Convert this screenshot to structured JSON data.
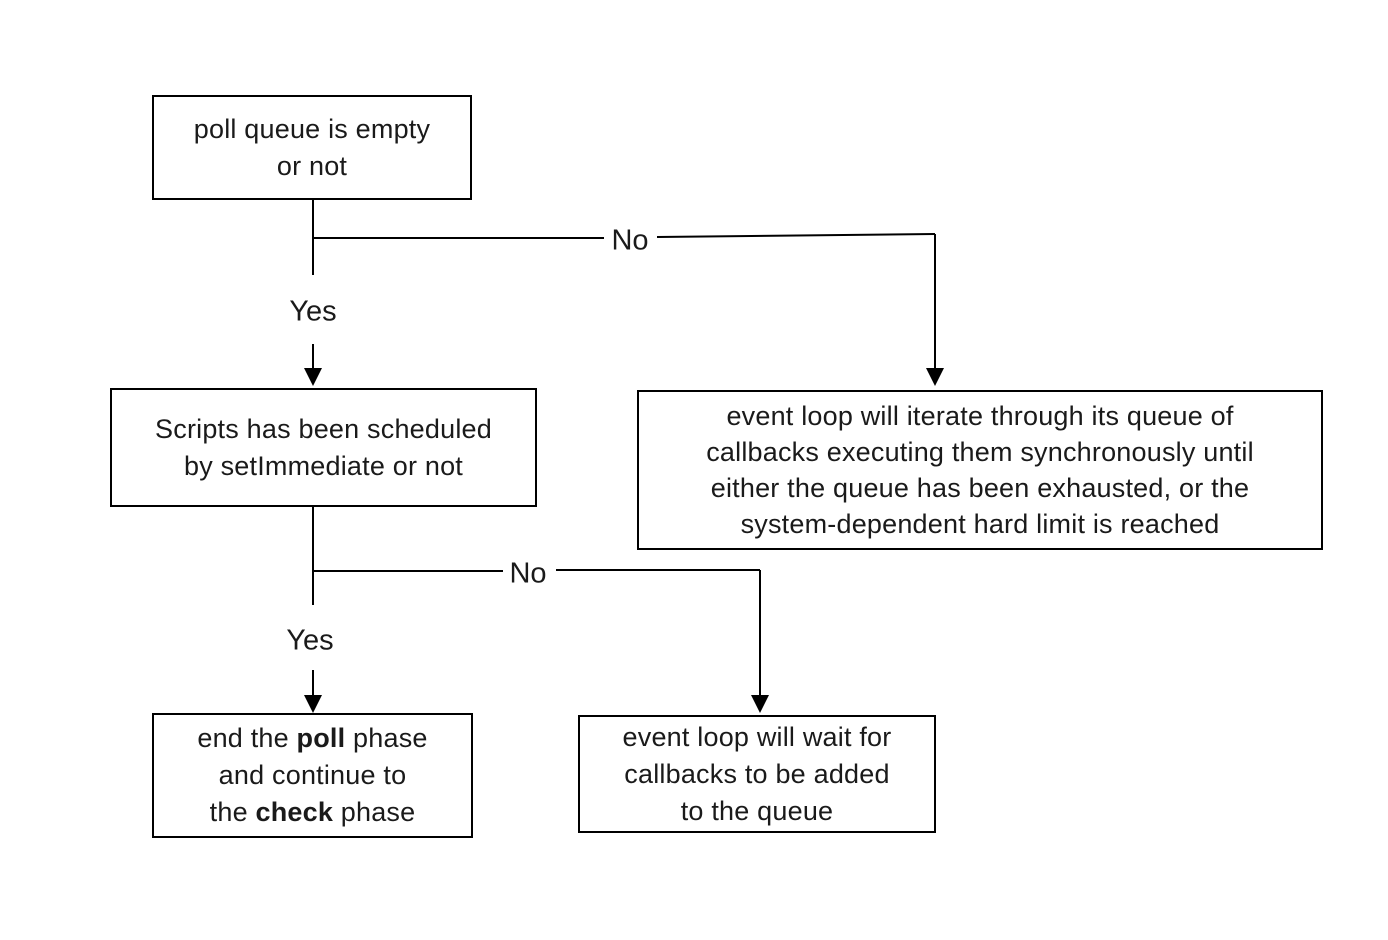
{
  "diagram": {
    "description": "flowchart",
    "colors": {
      "background": "#ffffff",
      "line": "#000000",
      "border": "#000000",
      "text": "#1a1a1a"
    },
    "nodes": {
      "poll_queue": {
        "line1": "poll queue is empty",
        "line2": "or not"
      },
      "scripts_scheduled": {
        "line1": "Scripts has been scheduled",
        "line2": "by setImmediate or not"
      },
      "iterate_callbacks": {
        "line1": "event loop will iterate through its queue of",
        "line2": "callbacks executing them synchronously until",
        "line3": "either the queue has been exhausted, or the",
        "line4": "system-dependent hard limit is reached"
      },
      "end_poll": {
        "l1a": "end the ",
        "l1b": "poll",
        "l1c": " phase",
        "l2": "and continue to",
        "l3a": "the ",
        "l3b": "check",
        "l3c": " phase"
      },
      "wait_callbacks": {
        "line1": "event loop will wait for",
        "line2": "callbacks to be added",
        "line3": "to the queue"
      }
    },
    "edge_labels": {
      "branch1_yes": "Yes",
      "branch1_no": "No",
      "branch2_yes": "Yes",
      "branch2_no": "No"
    }
  }
}
